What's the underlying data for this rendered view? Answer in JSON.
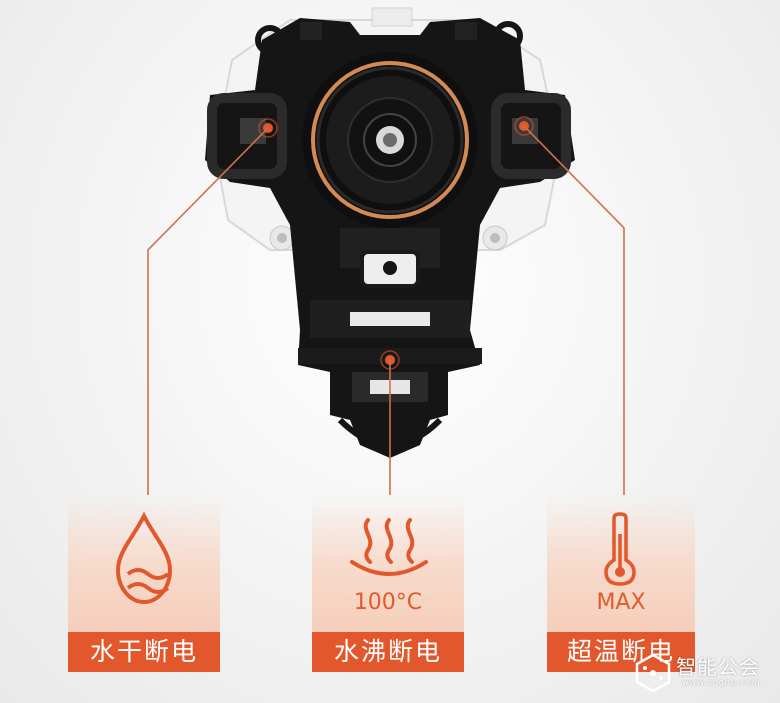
{
  "features": [
    {
      "label": "水干断电",
      "sub": "",
      "icon": "water-drop-icon"
    },
    {
      "label": "水沸断电",
      "sub": "100°C",
      "icon": "steam-heat-icon"
    },
    {
      "label": "超温断电",
      "sub": "MAX",
      "icon": "thermometer-icon"
    }
  ],
  "watermark": {
    "text": "智能公会",
    "url": "www.znghu.com",
    "icon": "hexagon-logo-icon"
  },
  "colors": {
    "accent": "#e2572b",
    "product": "#151515",
    "copper": "#d38a55"
  }
}
